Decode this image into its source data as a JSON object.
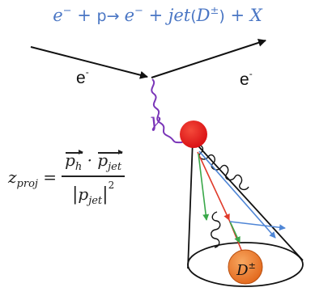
{
  "reaction": {
    "e1": "e",
    "e1_charge": "−",
    "plus1": " + ",
    "proton": "p",
    "arrow": "→ ",
    "e2": "e",
    "e2_charge": "−",
    "plus2": " + ",
    "jet": "jet",
    "open": "(",
    "d": "D",
    "d_charge": "±",
    "close": ")",
    "plus3": " + ",
    "x": "X"
  },
  "incoming_electron": {
    "base": "e",
    "charge": "-"
  },
  "outgoing_electron": {
    "base": "e",
    "charge": "-"
  },
  "photon_label": "γ",
  "formula": {
    "lhs_base": "z",
    "lhs_sub": "proj",
    "equals": " =",
    "p1": "p",
    "p1_sub": "h",
    "dot": " · ",
    "p2": "p",
    "p2_sub": "jet",
    "bar_open": "|",
    "p3": "p",
    "p3_sub": "jet",
    "bar_close": "|",
    "power": "2"
  },
  "meson_label": {
    "base": "D",
    "charge": "±"
  },
  "colors": {
    "reaction_text": "#4a76c4",
    "photon": "#7a35b8",
    "vertex_blob": "#e8191b",
    "meson_fill": "#ec7a25",
    "track_red": "#e03a2a",
    "track_green": "#3aa84a",
    "track_blue": "#4f86d6"
  }
}
